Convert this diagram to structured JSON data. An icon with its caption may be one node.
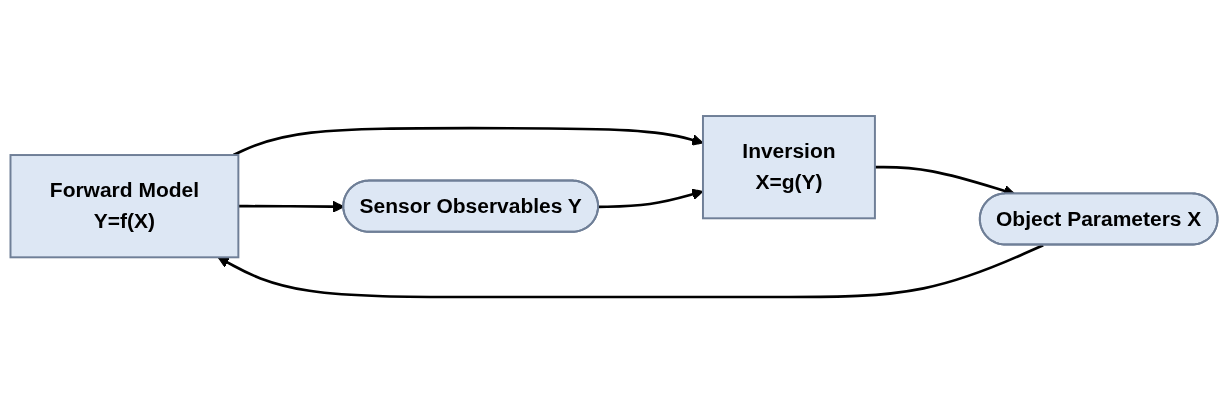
{
  "diagram": {
    "nodes": [
      {
        "text": [
          "Forward Model",
          "Y=f(X)"
        ]
      },
      {
        "text": [
          "Object Parameters X"
        ]
      },
      {
        "text": [
          "Sensor Observables Y"
        ]
      },
      {
        "text": [
          "Inversion",
          "X=g(Y)"
        ]
      }
    ],
    "edges": [
      {
        "from": 1,
        "to": 0,
        "arrow": "to"
      },
      {
        "from": 0,
        "to": 2,
        "arrow": "to"
      },
      {
        "from": 0,
        "to": 3,
        "arrow": "to"
      },
      {
        "from": 2,
        "to": 3,
        "arrow": "to"
      },
      {
        "from": 3,
        "to": 1,
        "arrow": "to"
      }
    ]
  }
}
